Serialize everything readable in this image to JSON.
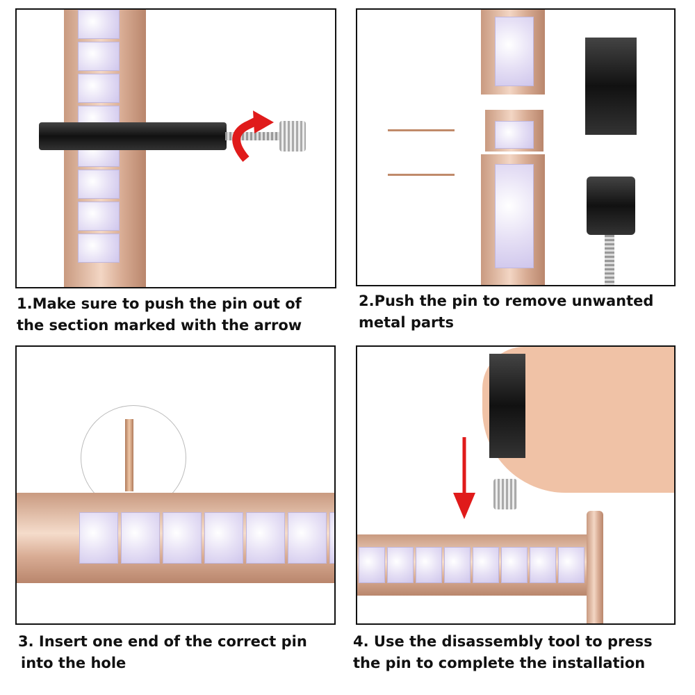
{
  "steps": [
    {
      "caption_line1": "1.Make sure to push the pin out of",
      "caption_line2": "the section marked with the arrow"
    },
    {
      "caption_line1": "2.Push the pin to remove unwanted",
      "caption_line2": "metal parts"
    },
    {
      "caption_line1": "3. Insert one end of the correct pin",
      "caption_line2": "into the hole"
    },
    {
      "caption_line1": "4. Use the disassembly tool to press",
      "caption_line2": "the pin to complete the installation"
    }
  ],
  "colors": {
    "arrow": "#e01b1b",
    "rose_gold": "#e3bba6",
    "pearl": "#e6e0f5",
    "border": "#111111"
  }
}
